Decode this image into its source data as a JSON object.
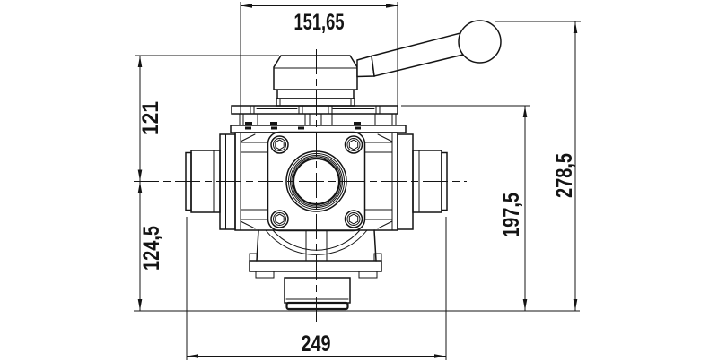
{
  "drawing": {
    "subject": "3-way ball valve with lever handle - front orthographic view, dimensional drawing",
    "units": "mm",
    "colors": {
      "line": "#141414",
      "background": "#ffffff"
    },
    "dimensions": {
      "top_width": "151,65",
      "upper_left_height": "121",
      "lower_left_height": "124,5",
      "bottom_width": "249",
      "right_inner_height": "197,5",
      "right_total_height": "278,5"
    }
  }
}
